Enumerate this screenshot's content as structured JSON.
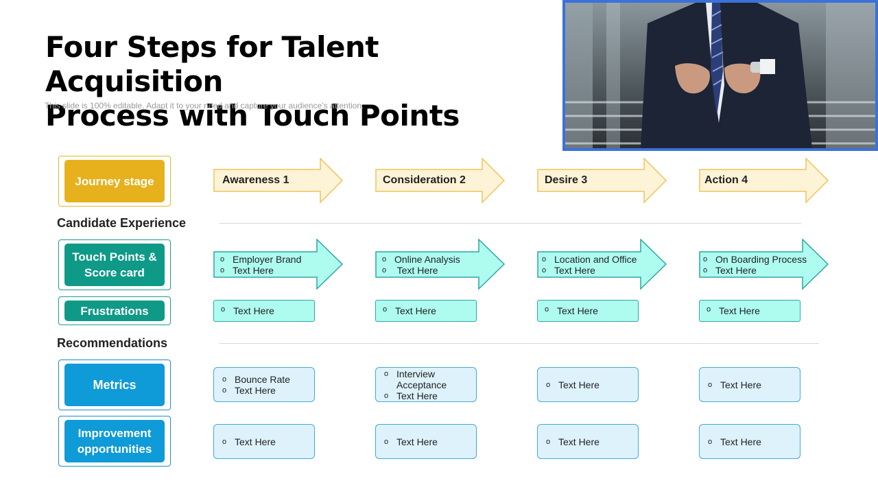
{
  "header": {
    "title_line1": "Four Steps for Talent Acquisition",
    "title_line2": "Process with Touch Points",
    "subtitle": "This slide is 100% editable. Adapt it to your need and capture your audience’s attention."
  },
  "sections": {
    "candidate_experience": "Candidate Experience",
    "recommendations": "Recommendations"
  },
  "labels": {
    "journey_stage": "Journey stage",
    "touch_points": "Touch Points & Score card",
    "frustrations": "Frustrations",
    "metrics": "Metrics",
    "improvement": "Improvement opportunities"
  },
  "stages": [
    "Awareness 1",
    "Consideration 2",
    "Desire 3",
    "Action 4"
  ],
  "touch_points": [
    [
      "Employer Brand",
      "Text Here"
    ],
    [
      "Online Analysis",
      " Text Here"
    ],
    [
      "Location and Office",
      "Text Here"
    ],
    [
      "On Boarding Process",
      "Text Here"
    ]
  ],
  "frustrations": [
    "Text Here",
    "Text Here",
    "Text Here",
    "Text Here"
  ],
  "metrics": [
    [
      "Bounce Rate",
      "Text Here"
    ],
    [
      "Interview Acceptance",
      "Text Here"
    ],
    [
      "Text Here"
    ],
    [
      "Text Here"
    ]
  ],
  "improvement": [
    "Text Here",
    "Text Here",
    "Text Here",
    "Text Here"
  ],
  "colors": {
    "stage_arrow_fill": "#fdf3d6",
    "stage_arrow_stroke": "#efc45a",
    "touch_arrow_fill": "#aefbf0",
    "touch_arrow_stroke": "#2fa6a0",
    "photo_border": "#3b72d9"
  },
  "image": {
    "photo_subject": "businessman-in-suit-photo"
  }
}
